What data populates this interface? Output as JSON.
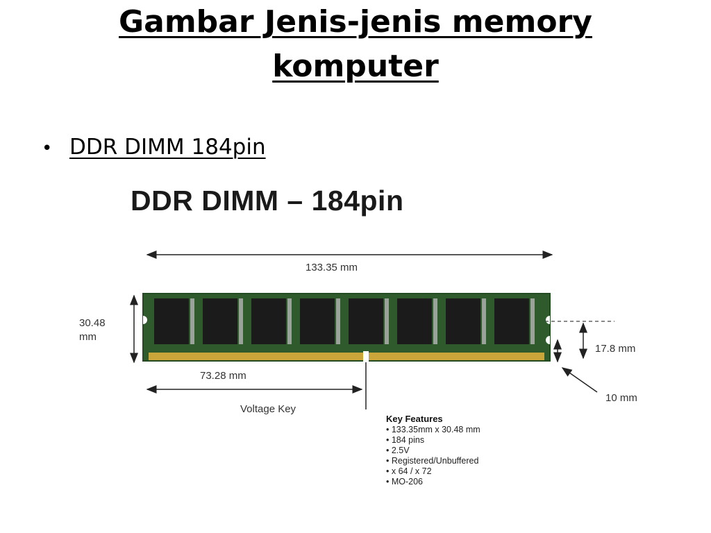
{
  "slide": {
    "title_line1": "Gambar Jenis-jenis memory",
    "title_line2": "komputer",
    "bullet": "DDR DIMM 184pin"
  },
  "figure": {
    "heading": "DDR DIMM – 184pin",
    "width_label": "133.35 mm",
    "height_label_line1": "30.48",
    "height_label_line2": "mm",
    "key_offset_label": "73.28 mm",
    "voltage_key_label": "Voltage Key",
    "notch_height_label": "17.8 mm",
    "notch_label": "10 mm",
    "key_features": {
      "title": "Key Features",
      "items": [
        "• 133.35mm x 30.48 mm",
        "• 184 pins",
        "• 2.5V",
        "• Registered/Unbuffered",
        "• x 64 / x 72",
        "• MO-206"
      ]
    }
  },
  "colors": {
    "pcb": "#2f5a2c",
    "pcb_edge": "#244a22",
    "chip": "#1b1b1b",
    "gold_pins": "#c9a53a",
    "arrow": "#222222"
  }
}
